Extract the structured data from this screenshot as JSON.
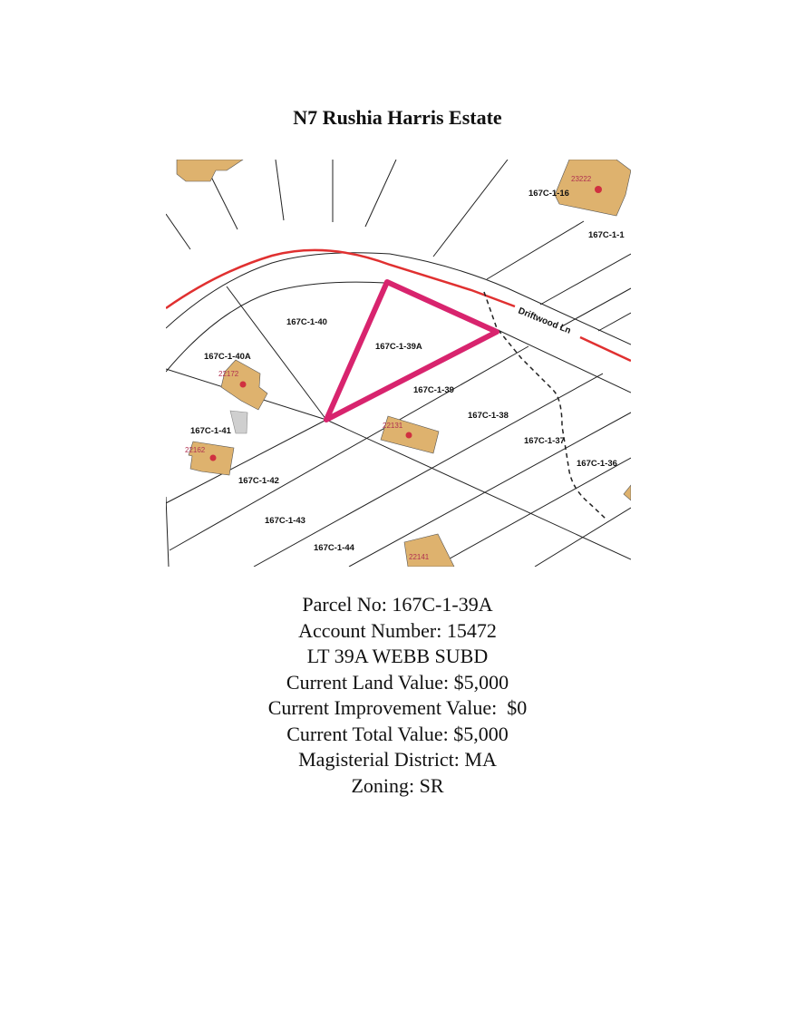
{
  "title": "N7 Rushia Harris Estate",
  "map": {
    "colors": {
      "highlight": "#d8246e",
      "road_centerline": "#e03030",
      "building": "#deb26e",
      "building_gray": "#cfcfcf",
      "address_text": "#b03050",
      "lines": "#222222"
    },
    "road_label": "Driftwood Ln",
    "parcel_labels": [
      {
        "id": "167C-1-16"
      },
      {
        "id": "167C-1-1"
      },
      {
        "id": "167C-1-40"
      },
      {
        "id": "167C-1-39A"
      },
      {
        "id": "167C-1-40A"
      },
      {
        "id": "167C-1-39"
      },
      {
        "id": "167C-1-38"
      },
      {
        "id": "167C-1-41"
      },
      {
        "id": "167C-1-37"
      },
      {
        "id": "167C-1-36"
      },
      {
        "id": "167C-1-42"
      },
      {
        "id": "167C-1-43"
      },
      {
        "id": "167C-1-44"
      }
    ],
    "address_labels": [
      "23222",
      "22172",
      "22131",
      "22162",
      "22141"
    ]
  },
  "info": {
    "parcel_no": "Parcel No: 167C-1-39A",
    "account_number": "Account Number: 15472",
    "legal_description": "LT 39A WEBB SUBD",
    "land_value": "Current Land Value: $5,000",
    "improvement_value": "Current Improvement Value:  $0",
    "total_value": "Current Total Value: $5,000",
    "magisterial_district": "Magisterial District: MA",
    "zoning": "Zoning: SR"
  }
}
